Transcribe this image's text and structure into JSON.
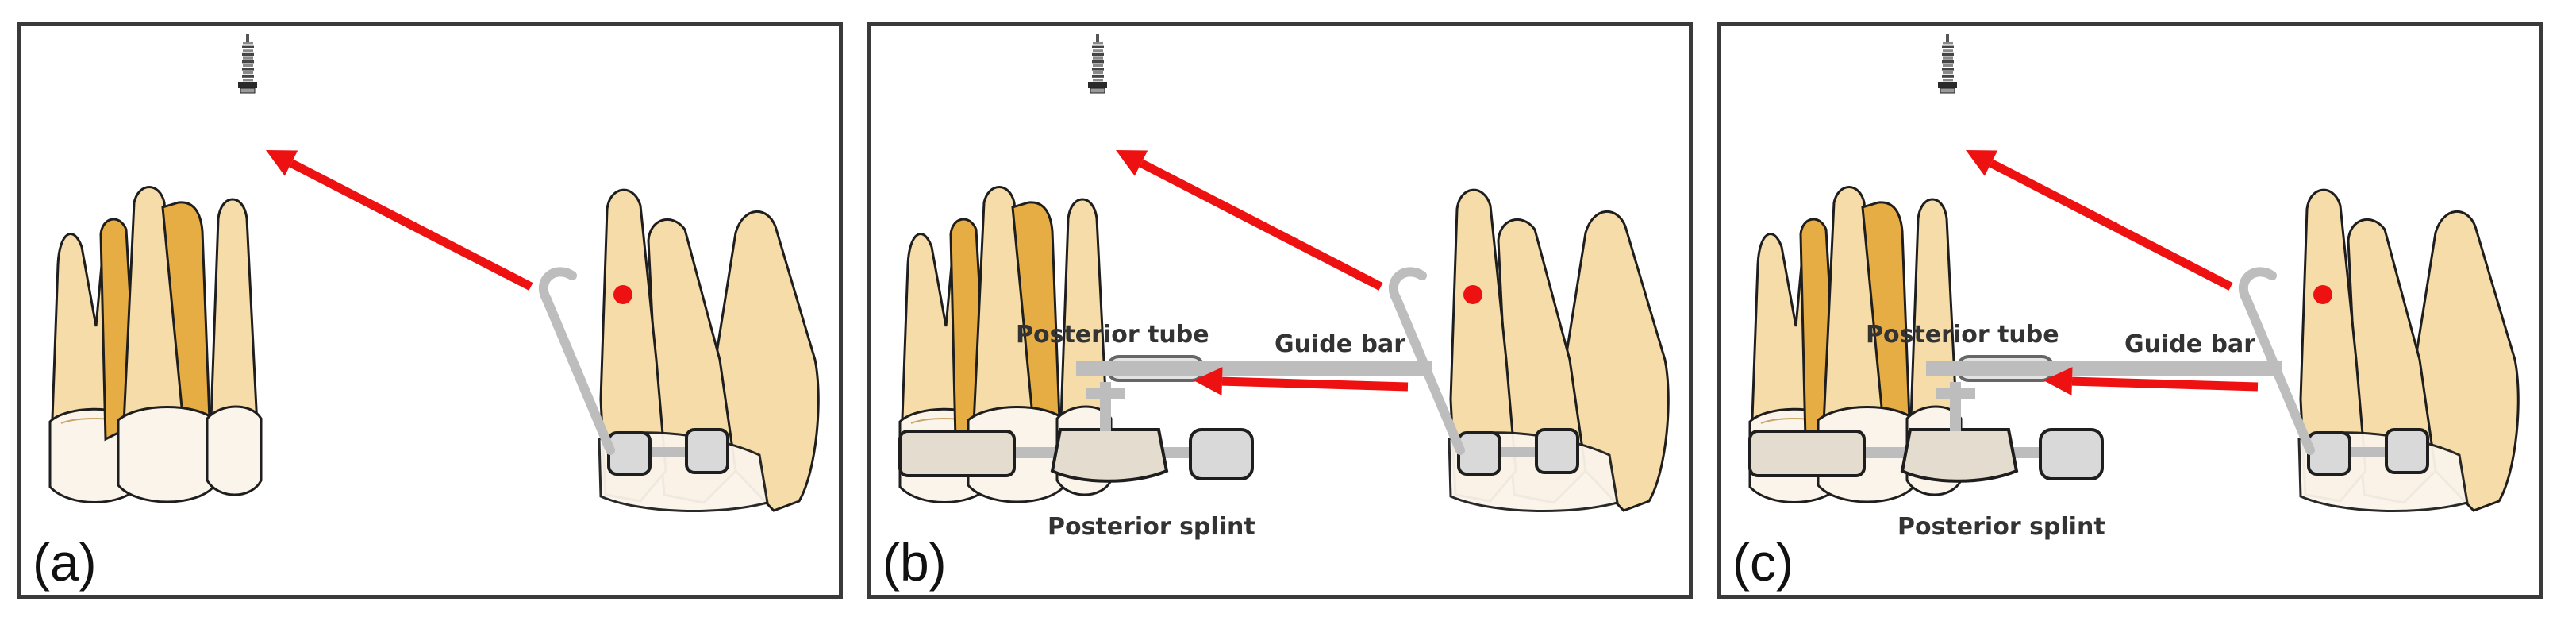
{
  "panels": [
    {
      "id": "a",
      "label": "(a)",
      "has_appliance": false
    },
    {
      "id": "b",
      "label": "(b)",
      "has_appliance": true
    },
    {
      "id": "c",
      "label": "(c)",
      "has_appliance": true
    }
  ],
  "annotations": {
    "posterior_tube": "Posterior tube",
    "guide_bar": "Guide bar",
    "posterior_splint": "Posterior splint"
  },
  "colors": {
    "tooth_fill": "#f6dca8",
    "tooth_shadow": "#e7ad45",
    "crown_fill": "#fbf4ea",
    "outline": "#1e1e1e",
    "arrow": "#ee1111",
    "appliance": "#bdbdbd",
    "splint_fill": "#e3dccf",
    "screw": "#777777"
  }
}
